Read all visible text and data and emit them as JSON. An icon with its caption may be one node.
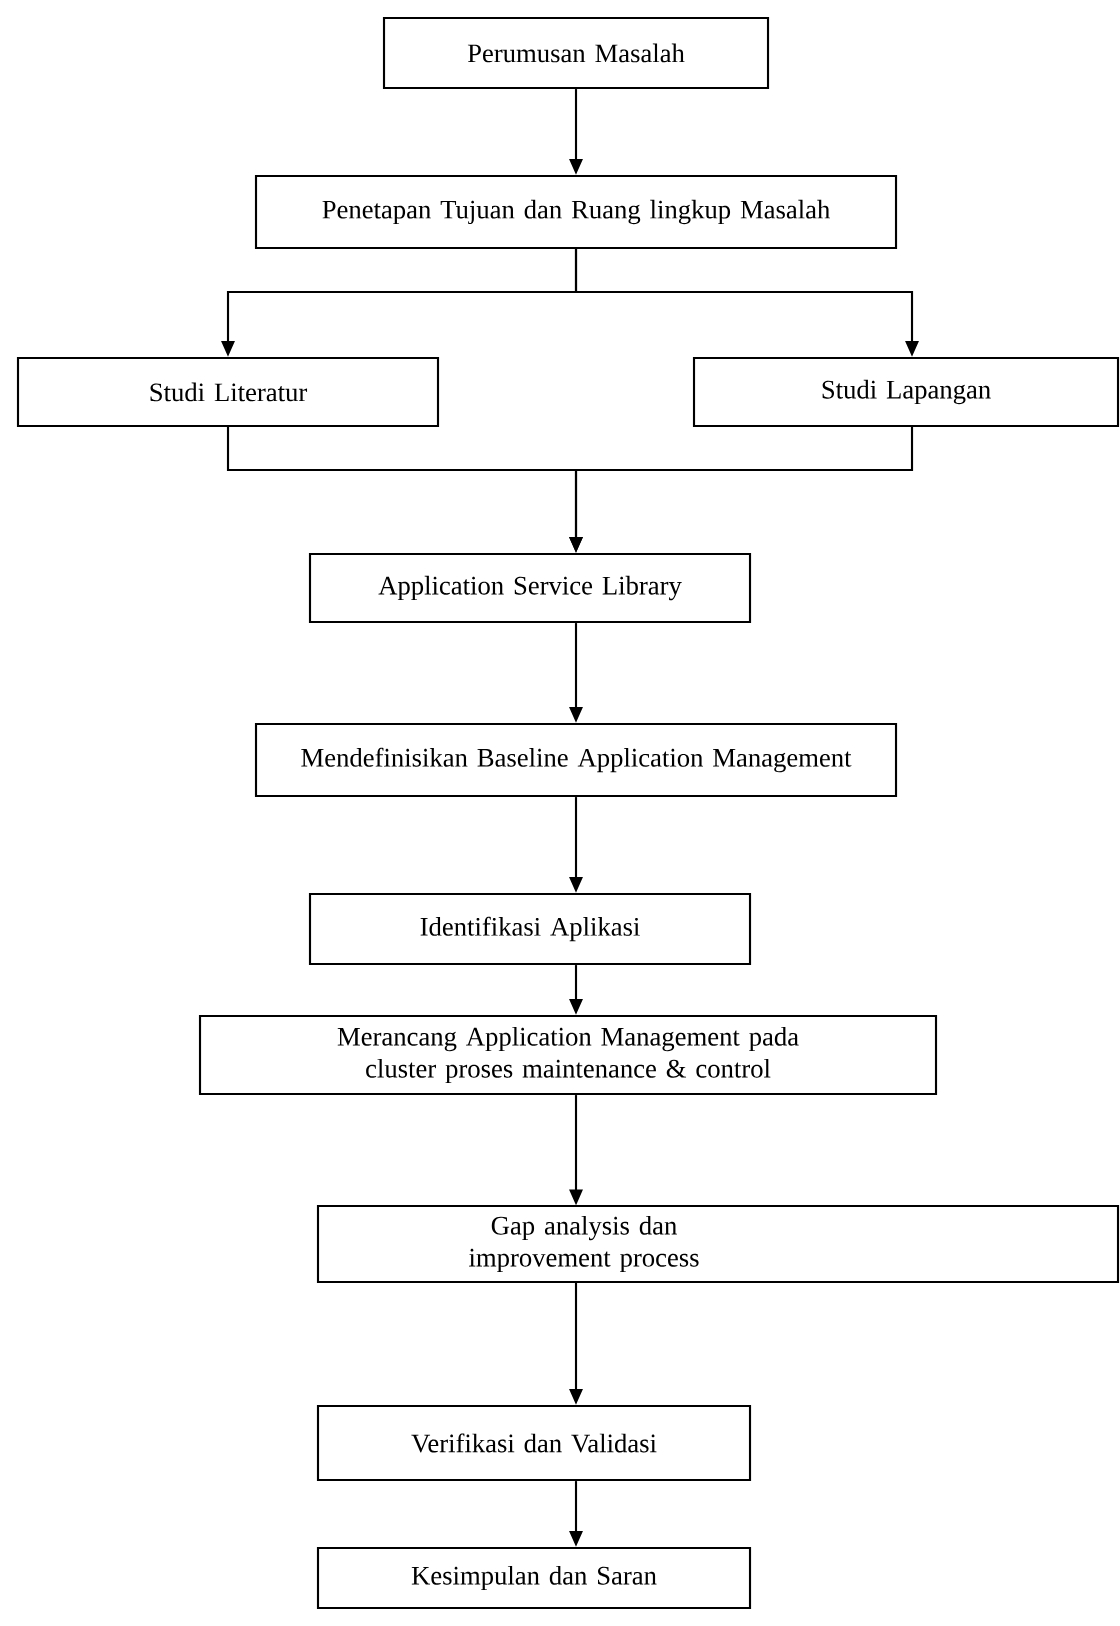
{
  "diagram": {
    "nodes": [
      {
        "text": [
          "Perumusan Masalah"
        ]
      },
      {
        "text": [
          "Penetapan Tujuan dan Ruang lingkup Masalah"
        ]
      },
      {
        "text": [
          "Studi Literatur"
        ]
      },
      {
        "text": [
          "Studi Lapangan"
        ]
      },
      {
        "text": [
          "Application Service Library"
        ]
      },
      {
        "text": [
          "Mendefinisikan Baseline Application Management"
        ]
      },
      {
        "text": [
          "Identifikasi Aplikasi"
        ]
      },
      {
        "text": [
          "Merancang Application Management pada cluster proses maintenance & control"
        ]
      },
      {
        "text": [
          "Gap analysis dan improvement process"
        ]
      },
      {
        "text": [
          "Verifikasi dan Validasi"
        ]
      },
      {
        "text": [
          "Kesimpulan dan Saran"
        ]
      }
    ],
    "edges": [
      {
        "from": 0,
        "to": 1,
        "arrow": "to"
      },
      {
        "from": 1,
        "to": 2,
        "arrow": "to"
      },
      {
        "from": 1,
        "to": 3,
        "arrow": "to"
      },
      {
        "from": 2,
        "to": 4,
        "arrow": "to"
      },
      {
        "from": 3,
        "to": 4,
        "arrow": "to"
      },
      {
        "from": 4,
        "to": 5,
        "arrow": "to"
      },
      {
        "from": 5,
        "to": 6,
        "arrow": "to"
      },
      {
        "from": 6,
        "to": 7,
        "arrow": "to"
      },
      {
        "from": 7,
        "to": 8,
        "arrow": "to"
      },
      {
        "from": 8,
        "to": 9,
        "arrow": "to"
      },
      {
        "from": 9,
        "to": 10,
        "arrow": "to"
      }
    ]
  }
}
